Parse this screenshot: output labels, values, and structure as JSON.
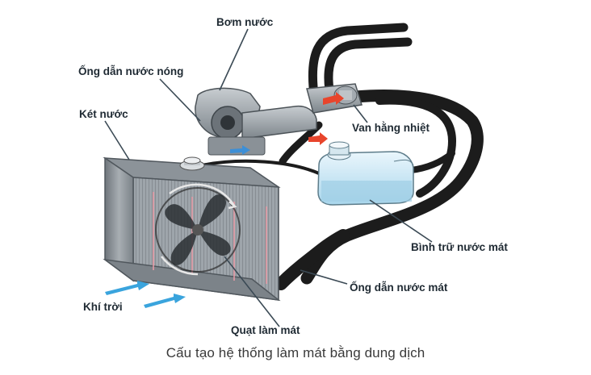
{
  "labels": {
    "pump": "Bơm nước",
    "hot_pipe": "Ống dẫn nước nóng",
    "radiator": "Két nước",
    "thermostat": "Van hằng nhiệt",
    "reservoir": "Bình trữ nước mát",
    "cool_pipe": "Ống dẫn nước mát",
    "air": "Khí trời",
    "fan": "Quạt làm mát"
  },
  "caption": "Cấu tạo hệ thống làm mát bằng dung dịch",
  "colors": {
    "hose": "#1c1c1c",
    "metal": "#9aa3aa",
    "coolant": "#bfe1f2",
    "hot_arrow": "#e8452c",
    "cool_arrow": "#3d8fd6",
    "label_text": "#1f2a33",
    "leader_line": "#3b4a55"
  }
}
